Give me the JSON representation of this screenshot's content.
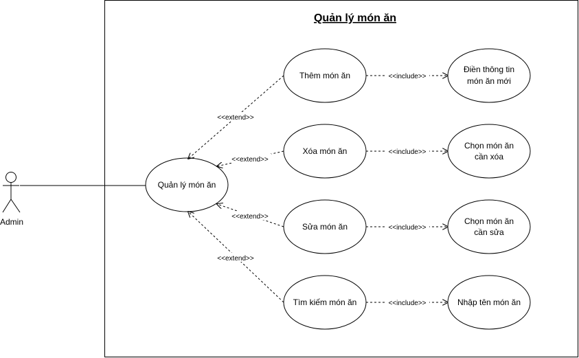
{
  "diagram": {
    "system_title": "Quản lý món ăn",
    "actor": {
      "label": "Admin"
    },
    "central_use_case": {
      "label": "Quản lý món ăn"
    },
    "use_cases": [
      {
        "label": "Thêm món ăn",
        "relation": "<<extend>>",
        "included": {
          "label": [
            "Điền thông tin",
            "món ăn mới"
          ],
          "relation": "<<include>>"
        }
      },
      {
        "label": "Xóa món ăn",
        "relation": "<<extend>>",
        "included": {
          "label": [
            "Chọn món ăn",
            "cần xóa"
          ],
          "relation": "<<include>>"
        }
      },
      {
        "label": "Sửa món ăn",
        "relation": "<<extend>>",
        "included": {
          "label": [
            "Chọn món ăn",
            "cần sửa"
          ],
          "relation": "<<include>>"
        }
      },
      {
        "label": "Tìm kiếm món ăn",
        "relation": "<<extend>>",
        "included": {
          "label": [
            "Nhập tên món ăn"
          ],
          "relation": "<<include>>"
        }
      }
    ]
  }
}
